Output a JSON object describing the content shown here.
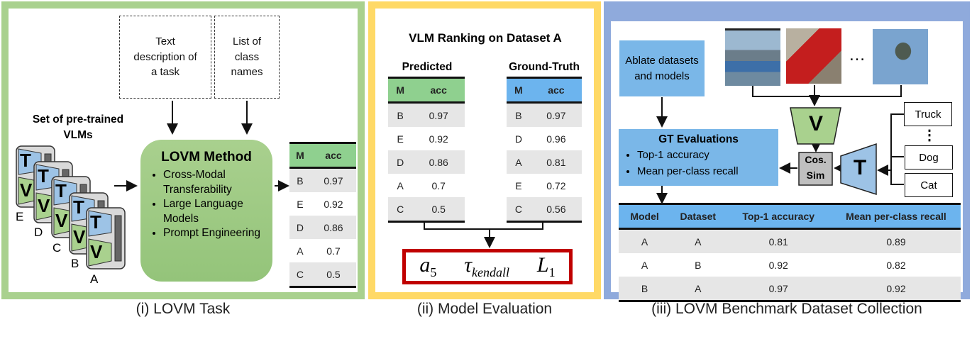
{
  "colors": {
    "green": "#a9d18e",
    "yellow": "#ffd966",
    "blue": "#8faadc",
    "red_box": "#c00000",
    "pred_header": "#8fd08f",
    "gt_header": "#6cb4ee"
  },
  "panel1": {
    "caption": "(i) LOVM Task",
    "text_desc": "Text description of a task",
    "class_names": "List of class names",
    "vlms_label": "Set of pre-trained VLMs",
    "vlm_cards": [
      {
        "label": "E"
      },
      {
        "label": "D"
      },
      {
        "label": "C"
      },
      {
        "label": "B"
      },
      {
        "label": "A"
      }
    ],
    "card_text_encoder": "T",
    "card_vision_encoder": "V",
    "method_title": "LOVM Method",
    "method_items": [
      "Cross-Modal Transferability",
      "Large Language Models",
      "Prompt Engineering"
    ],
    "table": {
      "headers": [
        "M",
        "acc"
      ],
      "rows": [
        [
          "B",
          "0.97"
        ],
        [
          "E",
          "0.92"
        ],
        [
          "D",
          "0.86"
        ],
        [
          "A",
          "0.7"
        ],
        [
          "C",
          "0.5"
        ]
      ]
    }
  },
  "panel2": {
    "caption": "(ii) Model Evaluation",
    "title": "VLM Ranking on Dataset A",
    "predicted_label": "Predicted",
    "gt_label": "Ground-Truth",
    "predicted": {
      "headers": [
        "M",
        "acc"
      ],
      "rows": [
        [
          "B",
          "0.97"
        ],
        [
          "E",
          "0.92"
        ],
        [
          "D",
          "0.86"
        ],
        [
          "A",
          "0.7"
        ],
        [
          "C",
          "0.5"
        ]
      ]
    },
    "ground_truth": {
      "headers": [
        "M",
        "acc"
      ],
      "rows": [
        [
          "B",
          "0.97"
        ],
        [
          "D",
          "0.96"
        ],
        [
          "A",
          "0.81"
        ],
        [
          "E",
          "0.72"
        ],
        [
          "C",
          "0.56"
        ]
      ]
    },
    "metrics": {
      "a_base": "a",
      "a_sub": "5",
      "tau_base": "τ",
      "tau_sub": "kendall",
      "l_base": "L",
      "l_sub": "1"
    }
  },
  "panel3": {
    "caption": "(iii) LOVM Benchmark Dataset Collection",
    "ablate": "Ablate datasets and models",
    "gt_title": "GT Evaluations",
    "gt_items": [
      "Top-1 accuracy",
      "Mean per-class recall"
    ],
    "images": [
      "ship",
      "truck",
      "bird"
    ],
    "ellipsis": "…",
    "v": "V",
    "t": "T",
    "cos_sim": [
      "Cos.",
      "Sim"
    ],
    "classes": [
      "Truck",
      "Dog",
      "Cat"
    ],
    "vdots": "⋮",
    "table": {
      "headers": [
        "Model",
        "Dataset",
        "Top-1 accuracy",
        "Mean per-class recall"
      ],
      "rows": [
        [
          "A",
          "A",
          "0.81",
          "0.89"
        ],
        [
          "A",
          "B",
          "0.92",
          "0.82"
        ],
        [
          "B",
          "A",
          "0.97",
          "0.92"
        ]
      ]
    }
  }
}
